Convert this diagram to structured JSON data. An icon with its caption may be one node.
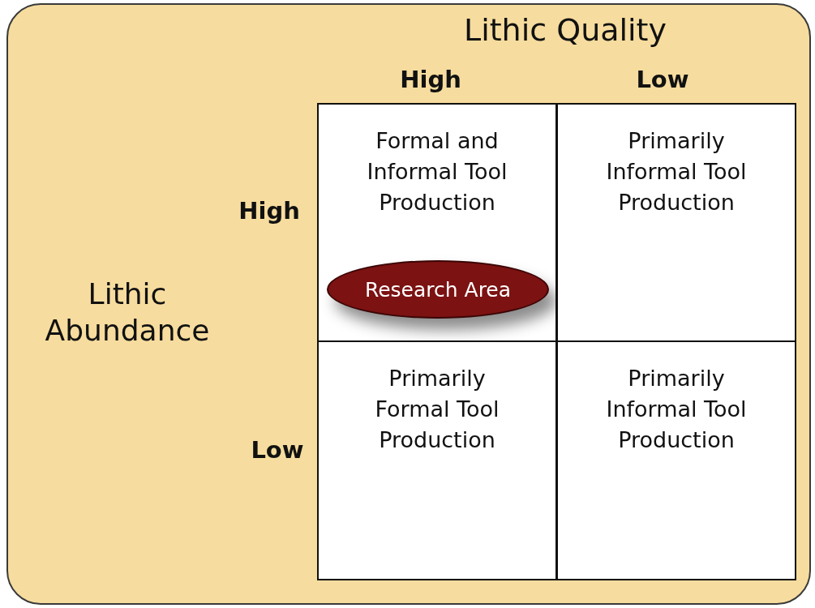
{
  "diagram": {
    "nodes": [
      {
        "text": [
          "Formal and Informal Tool Production"
        ]
      },
      {
        "text": [
          "Primarily Informal Tool Production"
        ]
      },
      {
        "text": [
          "Primarily Formal Tool Production"
        ]
      },
      {
        "text": [
          "Primarily Informal Tool Production"
        ]
      },
      {
        "text": [
          "Research Area"
        ],
        "in": 0
      }
    ],
    "labels": [
      "Lithic Quality",
      "High",
      "Low",
      "High",
      "Lithic Abundance",
      "Low"
    ]
  }
}
